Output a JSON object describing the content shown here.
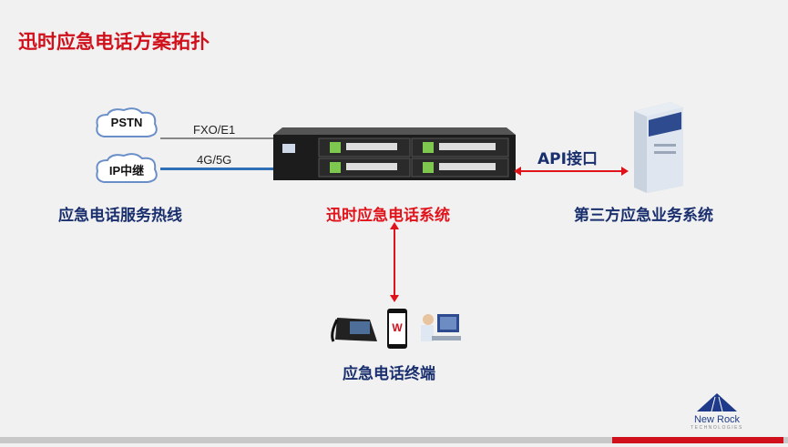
{
  "title": "迅时应急电话方案拓扑",
  "clouds": {
    "pstn": "PSTN",
    "ip_trunk": "IP中继"
  },
  "links": {
    "fxo": "FXO/E1",
    "mobile": "4G/5G",
    "api": "API接口"
  },
  "labels": {
    "hotline": "应急电话服务热线",
    "system": "迅时应急电话系统",
    "third_party": "第三方应急业务系统",
    "terminal": "应急电话终端"
  },
  "logo": {
    "name": "New Rock",
    "sub": "TECHNOLOGIES"
  },
  "colors": {
    "accent": "#e0131b",
    "navy": "#1a2f6e",
    "link_blue": "#2f6fb5"
  }
}
